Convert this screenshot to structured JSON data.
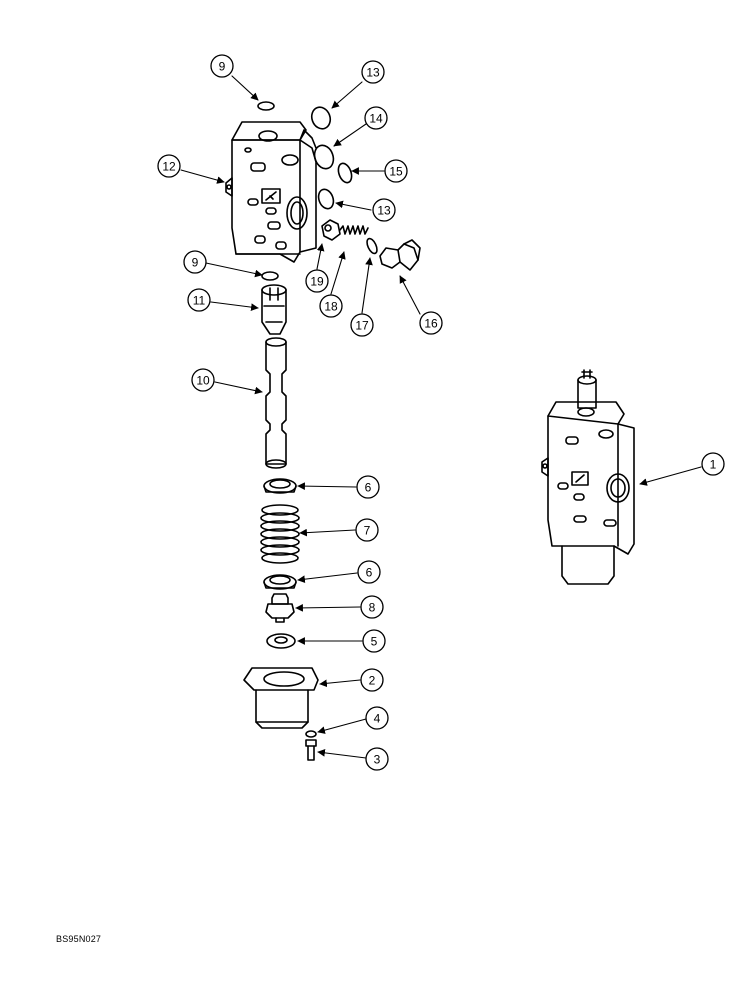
{
  "figure_code": "BS95N027",
  "callouts": {
    "c1": "1",
    "c2": "2",
    "c3": "3",
    "c4": "4",
    "c5": "5",
    "c6a": "6",
    "c6b": "6",
    "c7": "7",
    "c8": "8",
    "c9a": "9",
    "c9b": "9",
    "c10": "10",
    "c11": "11",
    "c12": "12",
    "c13a": "13",
    "c13b": "13",
    "c14": "14",
    "c15": "15",
    "c16": "16",
    "c17": "17",
    "c18": "18",
    "c19": "19"
  }
}
